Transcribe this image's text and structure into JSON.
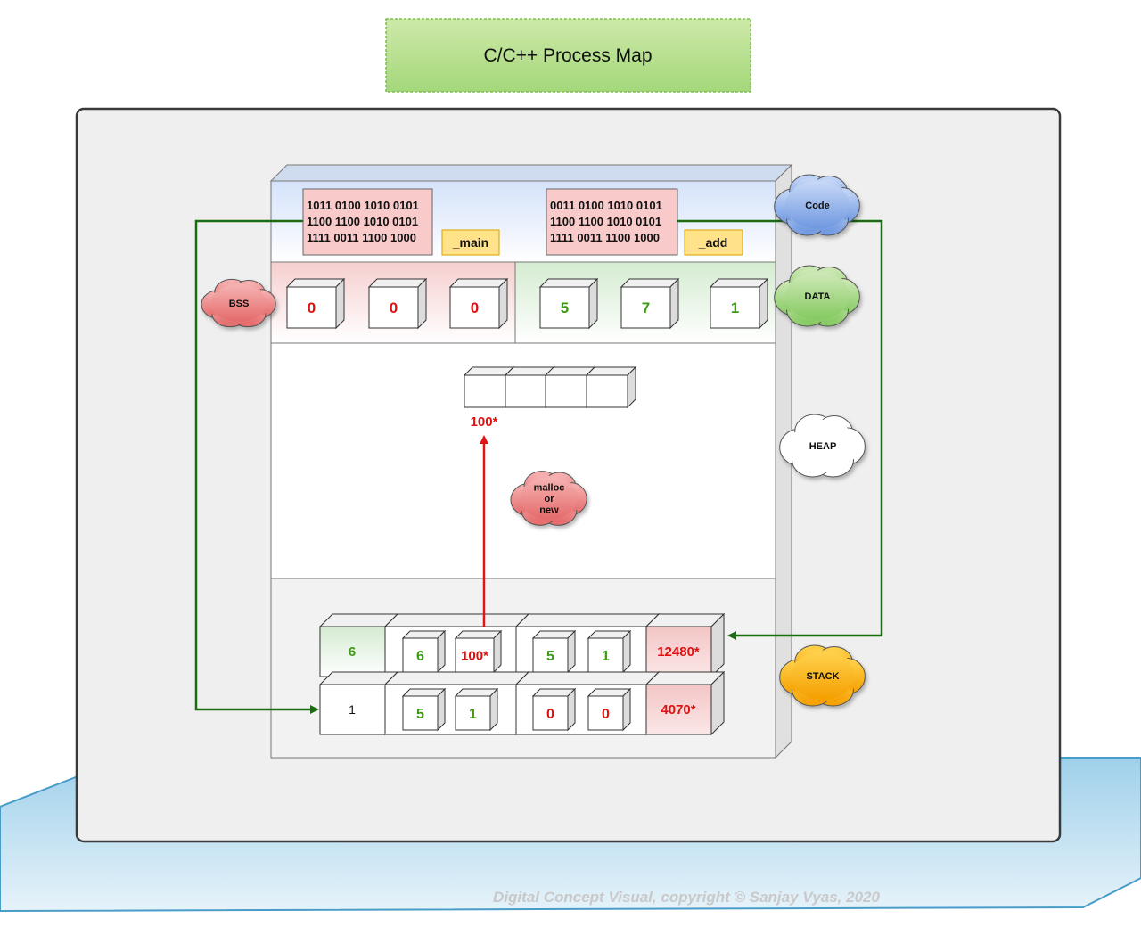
{
  "title": "C/C++ Process Map",
  "colors": {
    "arrow_green": "#1a6b12",
    "arrow_red": "#e01515",
    "value_green": "#3c9a14",
    "value_red": "#e01010",
    "code_band": "#dfe8f8",
    "bss_band": "#f8d8d8",
    "data_band": "#dcefd8",
    "title_box": "#b9e08f"
  },
  "code_segment": {
    "main_bits": [
      "1011 0100 1010 0101",
      "1100 1100 1010 0101",
      "1111 0011 1100 1000"
    ],
    "main_label": "_main",
    "add_bits": [
      "0011 0100 1010 0101",
      "1100 1100 1010 0101",
      "1111 0011 1100 1000"
    ],
    "add_label": "_add"
  },
  "bss_values": [
    "0",
    "0",
    "0"
  ],
  "data_values": [
    "5",
    "7",
    "1"
  ],
  "heap_pointer_label": "100*",
  "stack_rows": [
    [
      "6",
      "6",
      "100*",
      "5",
      "1",
      "12480*"
    ],
    [
      "1",
      "5",
      "1",
      "0",
      "0",
      "4070*"
    ]
  ],
  "clouds": {
    "code": "Code",
    "data": "DATA",
    "bss": "BSS",
    "heap": "HEAP",
    "stack": "STACK",
    "malloc_lines": [
      "malloc",
      "or",
      "new"
    ]
  },
  "watermark": "Digital Concept Visual, copyright © Sanjay Vyas, 2020"
}
